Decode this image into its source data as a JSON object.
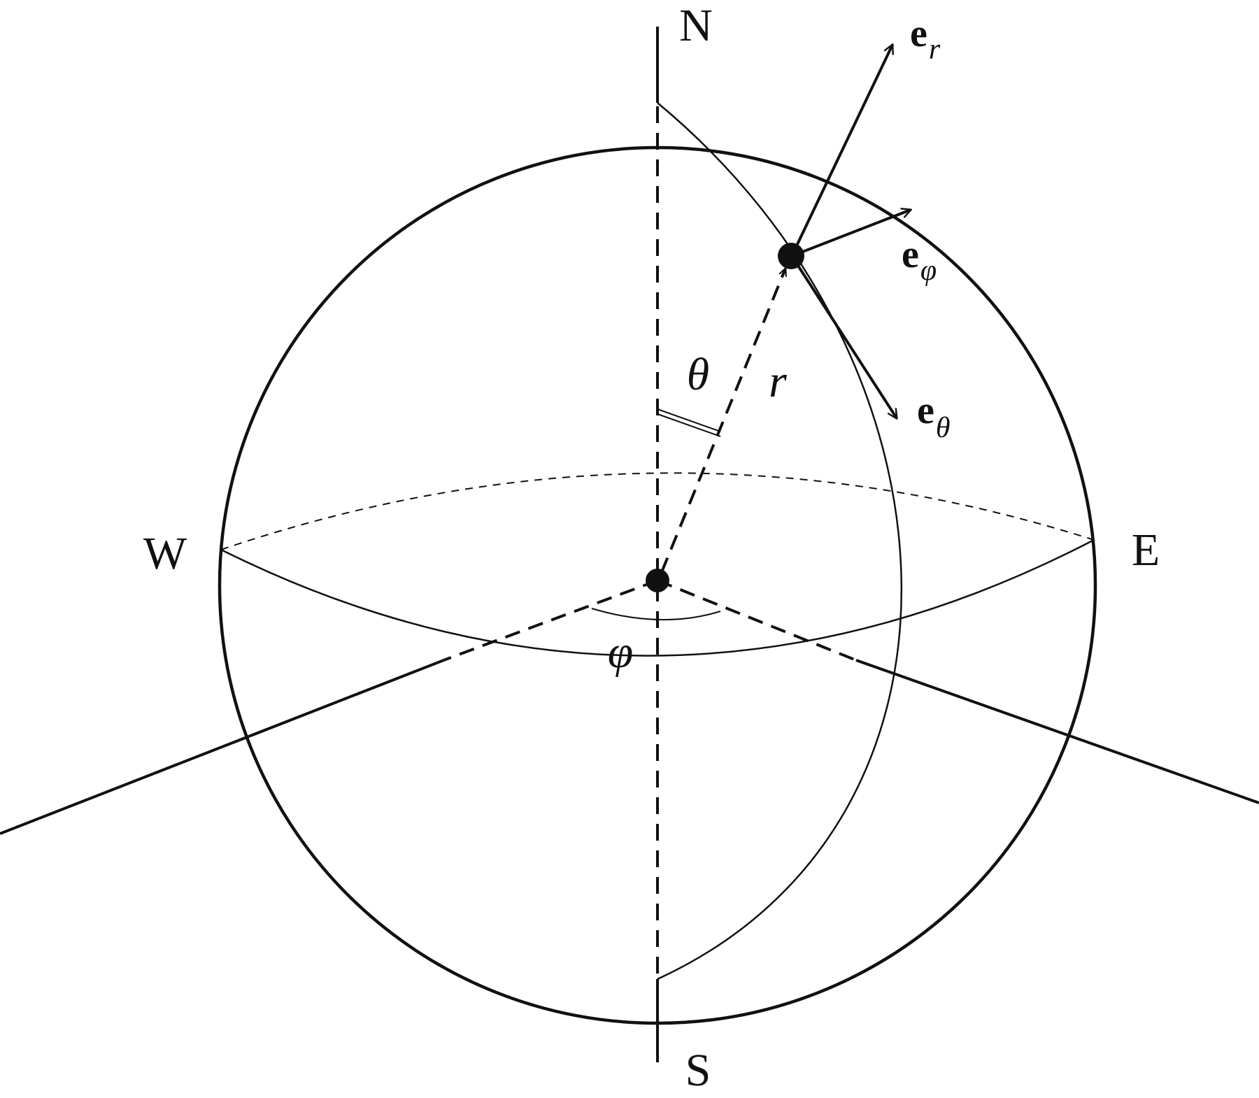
{
  "labels": {
    "north": "N",
    "south": "S",
    "west": "W",
    "east": "E",
    "theta": "θ",
    "phi": "φ",
    "radius": "r"
  },
  "vectors": {
    "e_r": {
      "base": "e",
      "sub": "r"
    },
    "e_phi": {
      "base": "e",
      "sub": "φ"
    },
    "e_theta": {
      "base": "e",
      "sub": "θ"
    }
  },
  "colors": {
    "ink": "#111111",
    "background": "#ffffff"
  }
}
